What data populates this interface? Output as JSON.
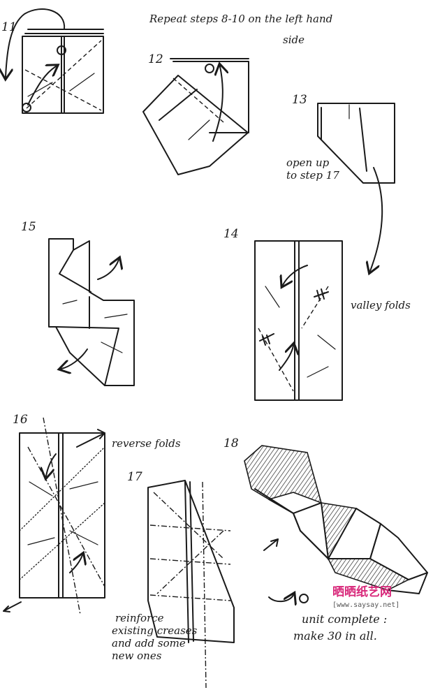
{
  "steps": {
    "s11": "11",
    "s12": "12",
    "s13": "13",
    "s14": "14",
    "s15": "15",
    "s16": "16",
    "s17": "17",
    "s18": "18"
  },
  "notes": {
    "repeat_line1": "Repeat steps  8-10  on the left hand",
    "repeat_line2": "side",
    "open_line1": "open up",
    "open_line2": "to step 17",
    "valley": "valley folds",
    "reverse": "reverse folds",
    "reinforce1": "reinforce",
    "reinforce2": "existing creases",
    "reinforce3": "and add some",
    "reinforce4": "new ones",
    "unit1": "unit complete :",
    "unit2": "make 30 in all."
  },
  "watermark": {
    "site": "晒晒纸艺网",
    "url": "[www.saysay.net]",
    "colors": [
      "#e0307a",
      "#9a3fd0",
      "#2f6fd6"
    ]
  }
}
